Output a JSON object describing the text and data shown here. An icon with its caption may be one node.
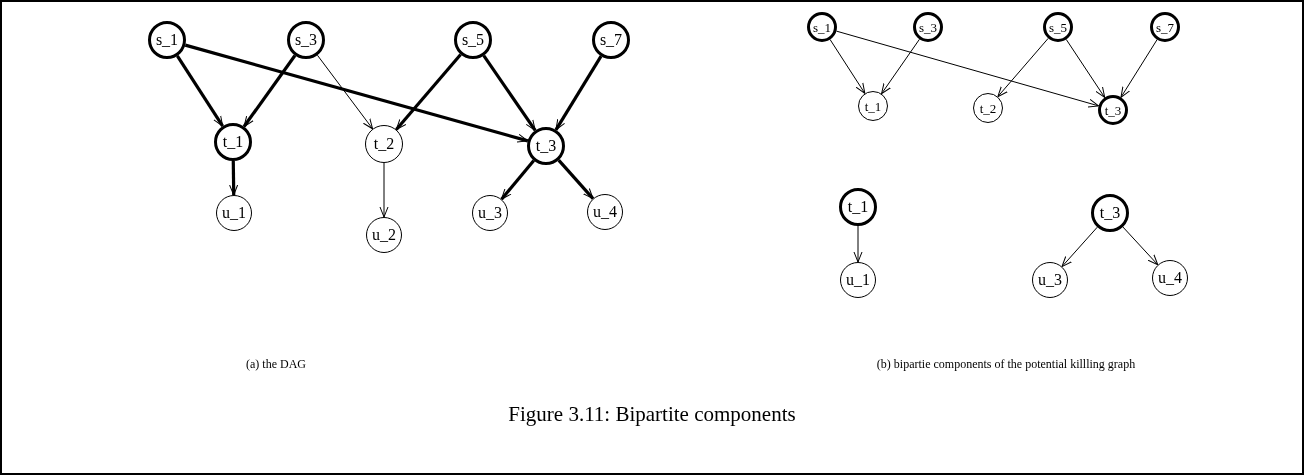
{
  "diagram": {
    "caption": "Figure 3.11: Bipartite components",
    "nodes": [
      {
        "text": [
          "s_1"
        ]
      },
      {
        "text": [
          "s_3"
        ]
      },
      {
        "text": [
          "s_5"
        ]
      },
      {
        "text": [
          "s_7"
        ]
      },
      {
        "text": [
          "t_1"
        ]
      },
      {
        "text": [
          "t_2"
        ]
      },
      {
        "text": [
          "t_3"
        ]
      },
      {
        "text": [
          "u_1"
        ]
      },
      {
        "text": [
          "u_2"
        ]
      },
      {
        "text": [
          "u_3"
        ]
      },
      {
        "text": [
          "u_4"
        ]
      },
      {
        "text": [
          "s_1"
        ]
      },
      {
        "text": [
          "s_3"
        ]
      },
      {
        "text": [
          "s_5"
        ]
      },
      {
        "text": [
          "s_7"
        ]
      },
      {
        "text": [
          "t_1"
        ]
      },
      {
        "text": [
          "t_2"
        ]
      },
      {
        "text": [
          "t_3"
        ]
      },
      {
        "text": [
          "t_1"
        ]
      },
      {
        "text": [
          "u_1"
        ]
      },
      {
        "text": [
          "t_3"
        ]
      },
      {
        "text": [
          "u_3"
        ]
      },
      {
        "text": [
          "u_4"
        ]
      }
    ],
    "edges": [
      {
        "from": 0,
        "to": 4,
        "arrow": "to",
        "style": "thick"
      },
      {
        "from": 1,
        "to": 4,
        "arrow": "to",
        "style": "thick"
      },
      {
        "from": 0,
        "to": 6,
        "arrow": "to",
        "style": "thick"
      },
      {
        "from": 1,
        "to": 5,
        "arrow": "to"
      },
      {
        "from": 2,
        "to": 5,
        "arrow": "to",
        "style": "thick"
      },
      {
        "from": 2,
        "to": 6,
        "arrow": "to",
        "style": "thick"
      },
      {
        "from": 3,
        "to": 6,
        "arrow": "to",
        "style": "thick"
      },
      {
        "from": 4,
        "to": 7,
        "arrow": "to",
        "style": "thick"
      },
      {
        "from": 5,
        "to": 8,
        "arrow": "to"
      },
      {
        "from": 6,
        "to": 9,
        "arrow": "to",
        "style": "thick"
      },
      {
        "from": 6,
        "to": 10,
        "arrow": "to",
        "style": "thick"
      },
      {
        "from": 11,
        "to": 15,
        "arrow": "to"
      },
      {
        "from": 12,
        "to": 15,
        "arrow": "to"
      },
      {
        "from": 11,
        "to": 17,
        "arrow": "to"
      },
      {
        "from": 13,
        "to": 16,
        "arrow": "to"
      },
      {
        "from": 13,
        "to": 17,
        "arrow": "to"
      },
      {
        "from": 14,
        "to": 17,
        "arrow": "to"
      },
      {
        "from": 18,
        "to": 19,
        "arrow": "to"
      },
      {
        "from": 20,
        "to": 21,
        "arrow": "to"
      },
      {
        "from": 20,
        "to": 22,
        "arrow": "to"
      }
    ],
    "labels": [
      "(a) the DAG",
      "(b) bipartie components of the potential killling graph"
    ]
  }
}
